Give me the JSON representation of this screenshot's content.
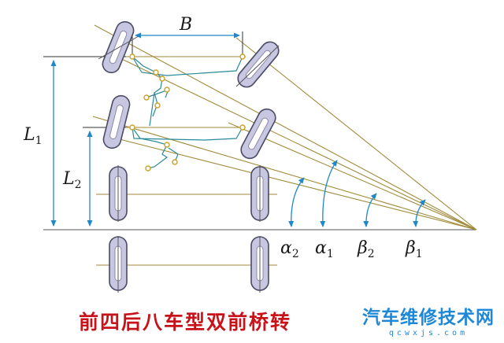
{
  "labels": {
    "b": "B",
    "l1_main": "L",
    "l1_sub": "1",
    "l2_main": "L",
    "l2_sub": "2",
    "alpha2_main": "α",
    "alpha2_sub": "2",
    "alpha1_main": "α",
    "alpha1_sub": "1",
    "beta2_main": "β",
    "beta2_sub": "2",
    "beta1_main": "β",
    "beta1_sub": "1"
  },
  "caption": "前四后八车型双前桥转",
  "watermark": {
    "name": "汽车维修技术网",
    "url": "qcwxjs.com"
  },
  "colors": {
    "wheel_fill": "#c7c7e2",
    "wheel_stroke": "#4a4a66",
    "dimension": "#1e88c8",
    "turning_line": "#a08a3a",
    "linkage": "#2a8a9a",
    "joint": "#c9a227",
    "caption": "#c8121a",
    "watermark": "#1e88d8"
  }
}
